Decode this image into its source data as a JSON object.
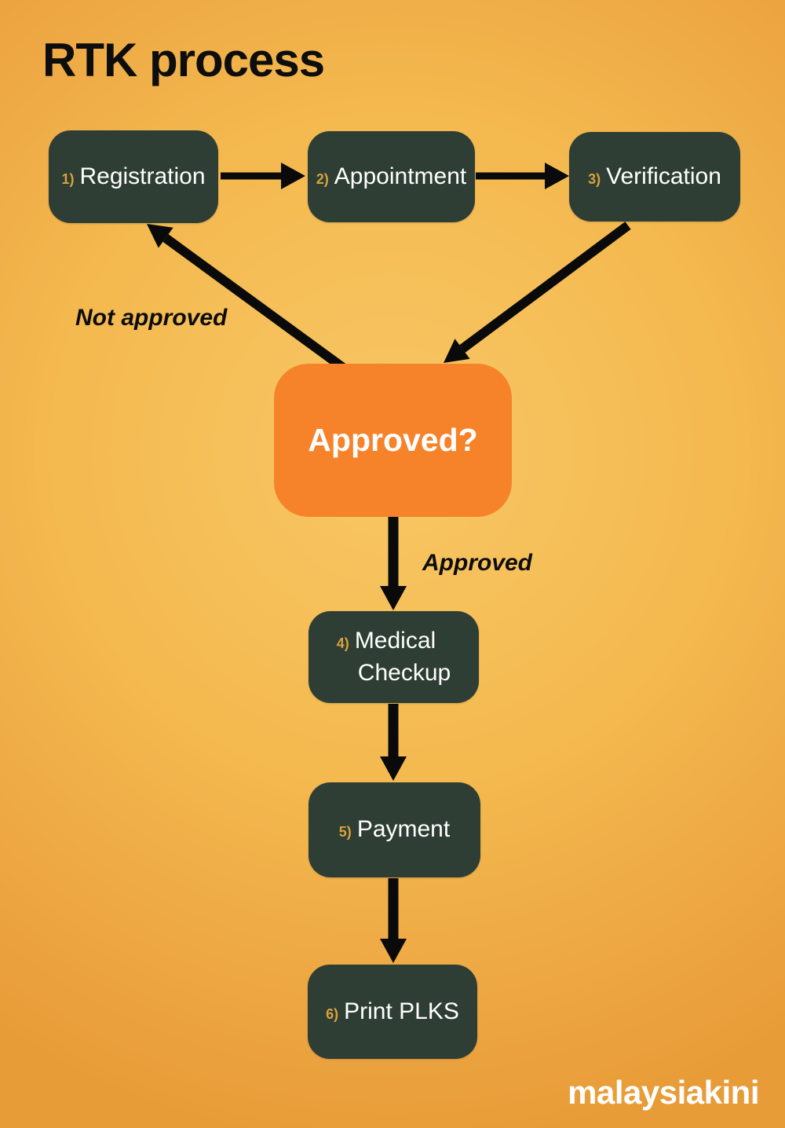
{
  "title": "RTK process",
  "brand": "malaysiakini",
  "decision": {
    "label": "Approved?"
  },
  "nodes": [
    {
      "number": "1)",
      "label": "Registration"
    },
    {
      "number": "2)",
      "label": "Appointment"
    },
    {
      "number": "3)",
      "label": "Verification"
    },
    {
      "number": "4)",
      "label": "Medical",
      "label2": "Checkup"
    },
    {
      "number": "5)",
      "label": "Payment"
    },
    {
      "number": "6)",
      "label": "Print PLKS"
    }
  ],
  "edges": [
    {
      "from": "Registration",
      "to": "Appointment"
    },
    {
      "from": "Appointment",
      "to": "Verification"
    },
    {
      "from": "Verification",
      "to": "Approved?"
    },
    {
      "from": "Approved?",
      "to": "Registration",
      "label": "Not approved"
    },
    {
      "from": "Approved?",
      "to": "Medical Checkup",
      "label": "Approved"
    },
    {
      "from": "Medical Checkup",
      "to": "Payment"
    },
    {
      "from": "Payment",
      "to": "Print PLKS"
    }
  ],
  "colors": {
    "background_center": "#f8c765",
    "background_edge": "#e89c38",
    "node_fill": "#2e3e35",
    "node_text": "#ffffff",
    "step_number": "#d9a23c",
    "decision_fill": "#f6832a",
    "arrow": "#0a0a0a",
    "title_text": "#0d0d0d",
    "brand_text": "#ffffff"
  }
}
